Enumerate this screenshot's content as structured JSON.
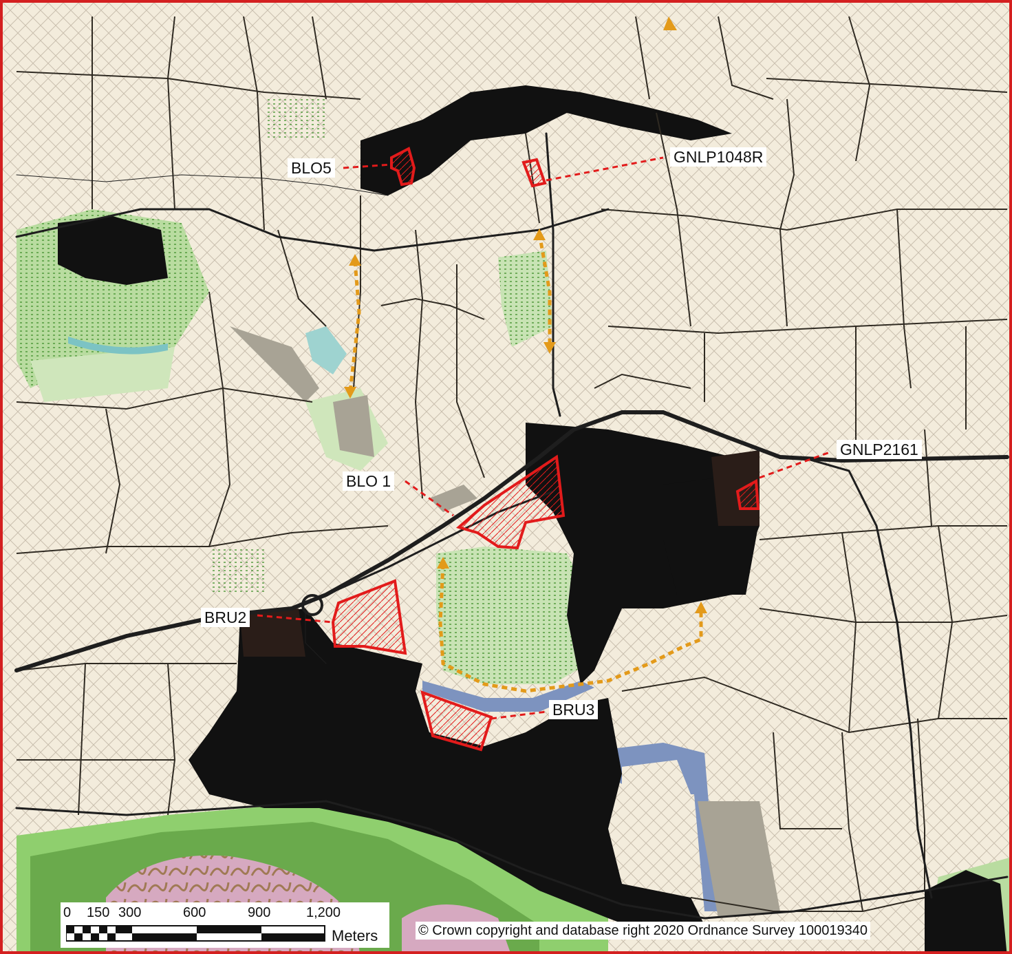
{
  "map": {
    "colors": {
      "frame": "#d42020",
      "background": "#f3ecdc",
      "hatch": "#c9bfae",
      "roads": "#1e1e1e",
      "buildings": "#111111",
      "green_space": "#b9dca0",
      "dark_green": "#4f9a3a",
      "water": "#7d93bf",
      "light_water": "#9ed3d0",
      "marsh": "#d6a9c0",
      "grey_area": "#a8a395",
      "site_outline": "#e21b1b",
      "route": "#e39a1a"
    },
    "site_labels": [
      {
        "id": "BLO5",
        "text": "BLO5"
      },
      {
        "id": "GNLP1048R",
        "text": "GNLP1048R"
      },
      {
        "id": "BLO1",
        "text": "BLO 1"
      },
      {
        "id": "GNLP2161",
        "text": "GNLP2161"
      },
      {
        "id": "BRU2",
        "text": "BRU2"
      },
      {
        "id": "BRU3",
        "text": "BRU3"
      }
    ],
    "scale_bar": {
      "ticks": [
        "0",
        "150",
        "300",
        "600",
        "900",
        "1,200"
      ],
      "units": "Meters"
    },
    "copyright": "© Crown copyright and database right 2020 Ordnance Survey 100019340"
  }
}
